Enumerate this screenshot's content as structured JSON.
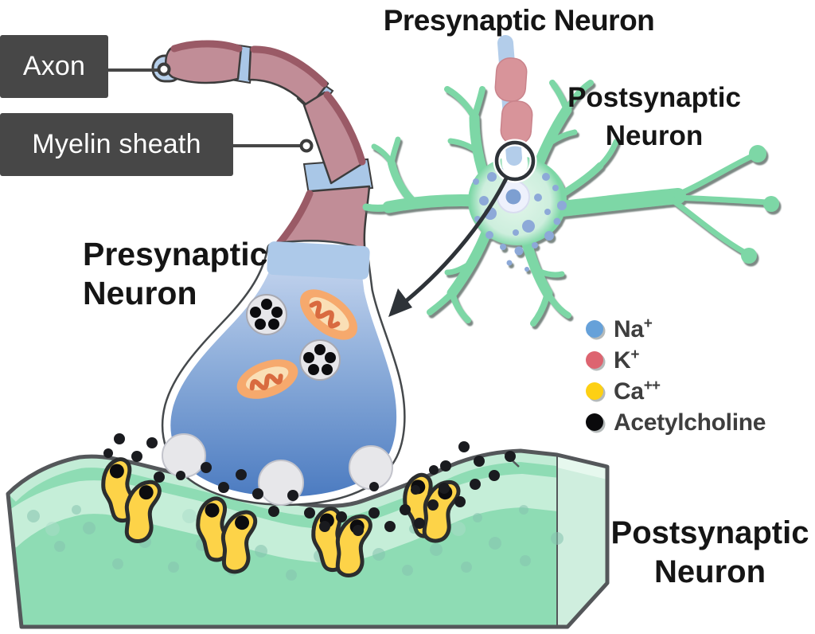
{
  "diagram_title": "Presynaptic Neuron",
  "callouts": {
    "axon": "Axon",
    "myelin_sheath": "Myelin sheath"
  },
  "neuron_labels": {
    "presynaptic_terminal": "Presynaptic\nNeuron",
    "postsynaptic_overview": "Postsynaptic\nNeuron",
    "postsynaptic_membrane": "Postsynaptic\nNeuron"
  },
  "legend": {
    "items": [
      {
        "label": "Na",
        "charge": "+",
        "color": "#66a1d9",
        "icon": "na-ion-dot"
      },
      {
        "label": "K",
        "charge": "+",
        "color": "#dd6470",
        "icon": "k-ion-dot"
      },
      {
        "label": "Ca",
        "charge": "++",
        "color": "#fdd014",
        "icon": "ca-ion-dot"
      },
      {
        "label": "Acetylcholine",
        "charge": "",
        "color": "#0a0a0c",
        "icon": "acetylcholine-dot"
      }
    ]
  },
  "colors": {
    "background": "#ffffff",
    "callout_box": "#474747",
    "callout_text": "#ffffff",
    "heading_text": "#151515",
    "legend_text": "#3e3e3e",
    "myelin_mauve": "#c18d97",
    "myelin_dark_edge": "#9a5a66",
    "node_of_ranvier_blue": "#a9c7e7",
    "terminal_gradient_top": "#ccdaf1",
    "terminal_gradient_bottom": "#4a7ac0",
    "vesicle_gray": "#e6e6ea",
    "mitochondrion_orange": "#f6a96d",
    "mitochondrion_cristae": "#d96b40",
    "neuron_green": "#7dd7a6",
    "membrane_green": "#8edcb4",
    "membrane_highlight": "#c8eeda",
    "receptor_yellow": "#fdd348",
    "acetylcholine_black": "#1a1b1f",
    "outline_dark": "#3c3c3c"
  }
}
